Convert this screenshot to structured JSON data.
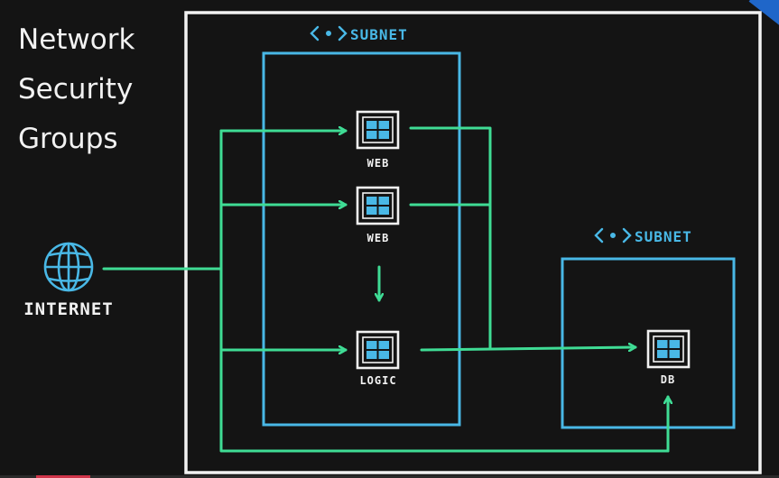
{
  "title_lines": [
    "Network",
    "Security",
    "Groups"
  ],
  "subnets": [
    {
      "label": "SUBNET",
      "icon": "angle-brackets-dot-icon"
    },
    {
      "label": "SUBNET",
      "icon": "angle-brackets-dot-icon"
    }
  ],
  "internet": {
    "label": "INTERNET",
    "icon": "globe-icon"
  },
  "nodes": [
    {
      "label": "WEB",
      "icon": "vm-window-icon"
    },
    {
      "label": "WEB",
      "icon": "vm-window-icon"
    },
    {
      "label": "LOGIC",
      "icon": "vm-window-icon"
    },
    {
      "label": "DB",
      "icon": "vm-window-icon"
    }
  ],
  "colors": {
    "background": "#141414",
    "frame": "#f2f2f2",
    "subnet": "#49b8e6",
    "arrow": "#3fdc95",
    "text": "#f2f2f2"
  }
}
